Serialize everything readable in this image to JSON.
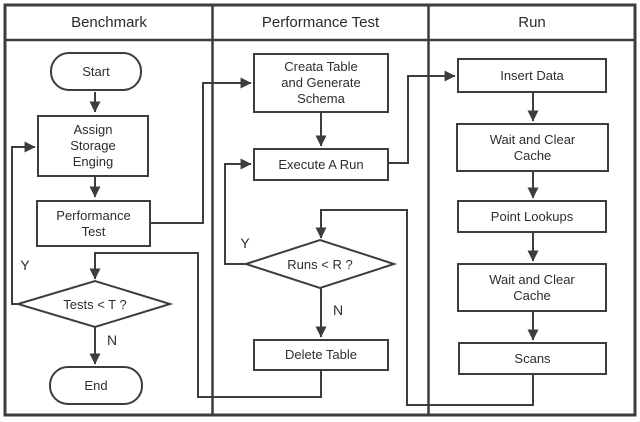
{
  "diagram_type": "flowchart",
  "colors": {
    "line": "#3d3d3d",
    "text": "#2d2d2d",
    "background": "#ffffff"
  },
  "lanes": [
    {
      "title": "Benchmark"
    },
    {
      "title": "Performance Test"
    },
    {
      "title": "Run"
    }
  ],
  "nodes": {
    "start": {
      "type": "terminator",
      "lane": "Benchmark",
      "label": "Start"
    },
    "assign_storage": {
      "type": "process",
      "lane": "Benchmark",
      "label": "Assign Storage Enging"
    },
    "performance_test": {
      "type": "process",
      "lane": "Benchmark",
      "label": "Performance Test"
    },
    "tests_decision": {
      "type": "decision",
      "lane": "Benchmark",
      "label": "Tests < T ?"
    },
    "end": {
      "type": "terminator",
      "lane": "Benchmark",
      "label": "End"
    },
    "create_table": {
      "type": "process",
      "lane": "Performance Test",
      "label": "Creata Table and Generate Schema"
    },
    "execute_run": {
      "type": "process",
      "lane": "Performance Test",
      "label": "Execute A Run"
    },
    "runs_decision": {
      "type": "decision",
      "lane": "Performance Test",
      "label": "Runs < R ?"
    },
    "delete_table": {
      "type": "process",
      "lane": "Performance Test",
      "label": "Delete Table"
    },
    "insert_data": {
      "type": "process",
      "lane": "Run",
      "label": "Insert Data"
    },
    "wait_clear_1": {
      "type": "process",
      "lane": "Run",
      "label": "Wait and Clear Cache"
    },
    "point_lookups": {
      "type": "process",
      "lane": "Run",
      "label": "Point Lookups"
    },
    "wait_clear_2": {
      "type": "process",
      "lane": "Run",
      "label": "Wait and Clear Cache"
    },
    "scans": {
      "type": "process",
      "lane": "Run",
      "label": "Scans"
    }
  },
  "edges": [
    {
      "from": "Start",
      "to": "Assign Storage Enging",
      "label": ""
    },
    {
      "from": "Assign Storage Enging",
      "to": "Performance Test",
      "label": ""
    },
    {
      "from": "Performance Test",
      "to": "Creata Table and Generate Schema",
      "label": ""
    },
    {
      "from": "Creata Table and Generate Schema",
      "to": "Execute A Run",
      "label": ""
    },
    {
      "from": "Execute A Run",
      "to": "Insert Data",
      "label": ""
    },
    {
      "from": "Insert Data",
      "to": "Wait and Clear Cache",
      "label": ""
    },
    {
      "from": "Wait and Clear Cache",
      "to": "Point Lookups",
      "label": ""
    },
    {
      "from": "Point Lookups",
      "to": "Wait and Clear Cache",
      "label": ""
    },
    {
      "from": "Wait and Clear Cache",
      "to": "Scans",
      "label": ""
    },
    {
      "from": "Scans",
      "to": "Runs < R ?",
      "label": ""
    },
    {
      "from": "Runs < R ?",
      "to": "Execute A Run",
      "label": "Y"
    },
    {
      "from": "Runs < R ?",
      "to": "Delete Table",
      "label": "N"
    },
    {
      "from": "Delete Table",
      "to": "Tests < T ?",
      "label": ""
    },
    {
      "from": "Tests < T ?",
      "to": "Assign Storage Enging",
      "label": "Y"
    },
    {
      "from": "Tests < T ?",
      "to": "End",
      "label": "N"
    }
  ]
}
